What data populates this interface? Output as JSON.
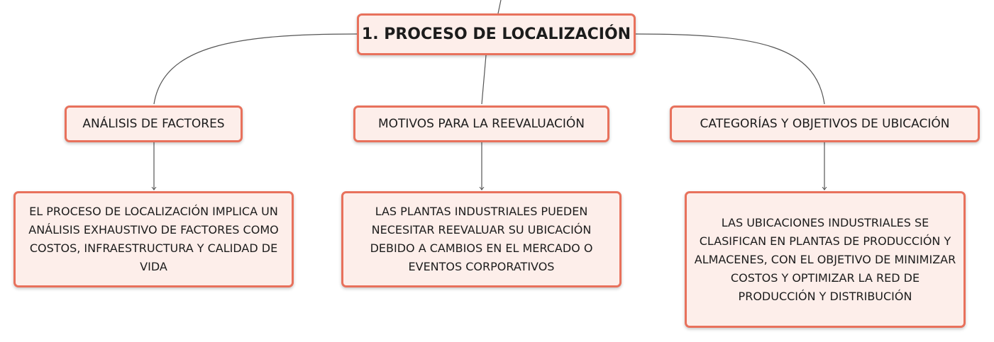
{
  "root": {
    "label": "1. PROCESO DE LOCALIZACIÓN"
  },
  "topics": [
    {
      "label": "ANÁLISIS DE FACTORES",
      "detail": "EL PROCESO DE LOCALIZACIÓN IMPLICA UN ANÁLISIS EXHAUSTIVO DE FACTORES COMO COSTOS, INFRAESTRUCTURA Y CALIDAD DE VIDA"
    },
    {
      "label": "MOTIVOS PARA LA REEVALUACIÓN",
      "detail": "LAS PLANTAS INDUSTRIALES PUEDEN NECESITAR REEVALUAR SU UBICACIÓN DEBIDO A CAMBIOS EN EL MERCADO O EVENTOS CORPORATIVOS"
    },
    {
      "label": "CATEGORÍAS Y OBJETIVOS DE UBICACIÓN",
      "detail": "LAS UBICACIONES INDUSTRIALES SE CLASIFICAN EN PLANTAS DE PRODUCCIÓN Y ALMACENES, CON EL OBJETIVO DE MINIMIZAR COSTOS Y OPTIMIZAR LA RED DE PRODUCCIÓN Y DISTRIBUCIÓN"
    }
  ],
  "colors": {
    "node_border": "#e8715c",
    "node_fill": "#fdeeea",
    "connector": "#555555"
  }
}
